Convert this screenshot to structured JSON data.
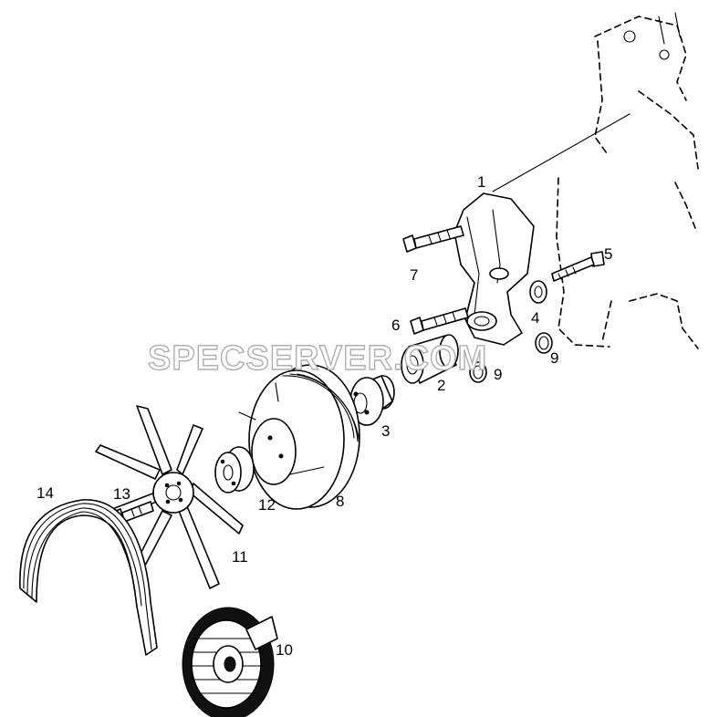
{
  "watermark": "SPECSERVER.COM",
  "callouts": [
    {
      "id": "1",
      "text": "1"
    },
    {
      "id": "2",
      "text": "2"
    },
    {
      "id": "3",
      "text": "3"
    },
    {
      "id": "4",
      "text": "4"
    },
    {
      "id": "5",
      "text": "5"
    },
    {
      "id": "6",
      "text": "6"
    },
    {
      "id": "7",
      "text": "7"
    },
    {
      "id": "8",
      "text": "8"
    },
    {
      "id": "9a",
      "text": "9"
    },
    {
      "id": "9b",
      "text": "9"
    },
    {
      "id": "10",
      "text": "10"
    },
    {
      "id": "11",
      "text": "11"
    },
    {
      "id": "12",
      "text": "12"
    },
    {
      "id": "13",
      "text": "13"
    },
    {
      "id": "14",
      "text": "14"
    }
  ]
}
